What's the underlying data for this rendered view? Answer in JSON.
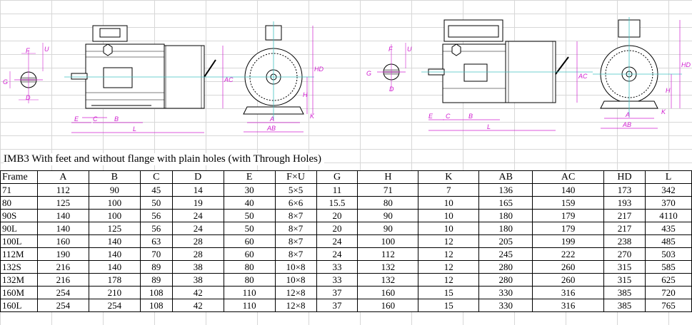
{
  "caption": "IMB3 With feet and without flange with plain holes (with Through Holes)",
  "columns": [
    "Frame",
    "A",
    "B",
    "C",
    "D",
    "E",
    "F×U",
    "G",
    "H",
    "K",
    "AB",
    "AC",
    "HD",
    "L"
  ],
  "rows": [
    [
      "71",
      "112",
      "90",
      "45",
      "14",
      "30",
      "5×5",
      "11",
      "71",
      "7",
      "136",
      "140",
      "173",
      "342"
    ],
    [
      "80",
      "125",
      "100",
      "50",
      "19",
      "40",
      "6×6",
      "15.5",
      "80",
      "10",
      "165",
      "159",
      "193",
      "370"
    ],
    [
      "90S",
      "140",
      "100",
      "56",
      "24",
      "50",
      "8×7",
      "20",
      "90",
      "10",
      "180",
      "179",
      "217",
      "4110"
    ],
    [
      "90L",
      "140",
      "125",
      "56",
      "24",
      "50",
      "8×7",
      "20",
      "90",
      "10",
      "180",
      "179",
      "217",
      "435"
    ],
    [
      "100L",
      "160",
      "140",
      "63",
      "28",
      "60",
      "8×7",
      "24",
      "100",
      "12",
      "205",
      "199",
      "238",
      "485"
    ],
    [
      "112M",
      "190",
      "140",
      "70",
      "28",
      "60",
      "8×7",
      "24",
      "112",
      "12",
      "245",
      "222",
      "270",
      "503"
    ],
    [
      "132S",
      "216",
      "140",
      "89",
      "38",
      "80",
      "10×8",
      "33",
      "132",
      "12",
      "280",
      "260",
      "315",
      "585"
    ],
    [
      "132M",
      "216",
      "178",
      "89",
      "38",
      "80",
      "10×8",
      "33",
      "132",
      "12",
      "280",
      "260",
      "315",
      "625"
    ],
    [
      "160M",
      "254",
      "210",
      "108",
      "42",
      "110",
      "12×8",
      "37",
      "160",
      "15",
      "330",
      "316",
      "385",
      "720"
    ],
    [
      "160L",
      "254",
      "254",
      "108",
      "42",
      "110",
      "12×8",
      "37",
      "160",
      "15",
      "330",
      "316",
      "385",
      "765"
    ]
  ],
  "dimension_labels": {
    "F": "F",
    "U": "U",
    "G": "G",
    "D": "D",
    "E": "E",
    "C": "C",
    "B": "B",
    "L": "L",
    "AC": "AC",
    "A": "A",
    "AB": "AB",
    "H": "H",
    "K": "K",
    "HD": "HD"
  },
  "colors": {
    "dimension": "#d020d0",
    "drawing": "#000000",
    "grid": "#d7d7d7",
    "centerline": "#40c0c0"
  }
}
